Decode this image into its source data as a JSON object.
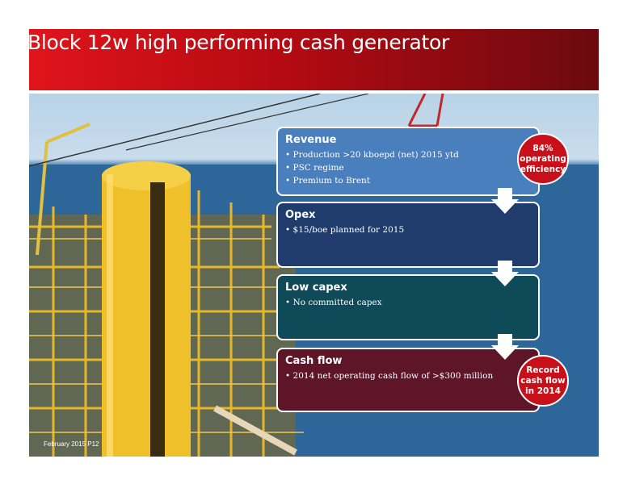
{
  "slide": {
    "title": "Block 12w high performing cash generator",
    "footer": "February 2015 P12"
  },
  "cards": {
    "revenue": {
      "heading": "Revenue",
      "bullets": [
        "Production >20 kboepd (net) 2015 ytd",
        "PSC regime",
        "Premium to Brent"
      ]
    },
    "opex": {
      "heading": "Opex",
      "bullets": [
        "$15/boe planned for 2015"
      ]
    },
    "capex": {
      "heading": "Low capex",
      "bullets": [
        "No committed capex"
      ]
    },
    "cashflow": {
      "heading": "Cash flow",
      "bullets": [
        "2014 net operating cash flow of >$300 million"
      ]
    }
  },
  "badges": {
    "efficiency": "84% operating efficiency",
    "cashflow": "Record cash flow in 2014"
  },
  "colors": {
    "title_bar_start": "#e0141b",
    "title_bar_end": "#6b0a0f",
    "revenue": "#4a7fbd",
    "opex": "#1f3c6c",
    "capex": "#0f4a58",
    "cashflow": "#5e1528",
    "badge": "#c8101a"
  }
}
